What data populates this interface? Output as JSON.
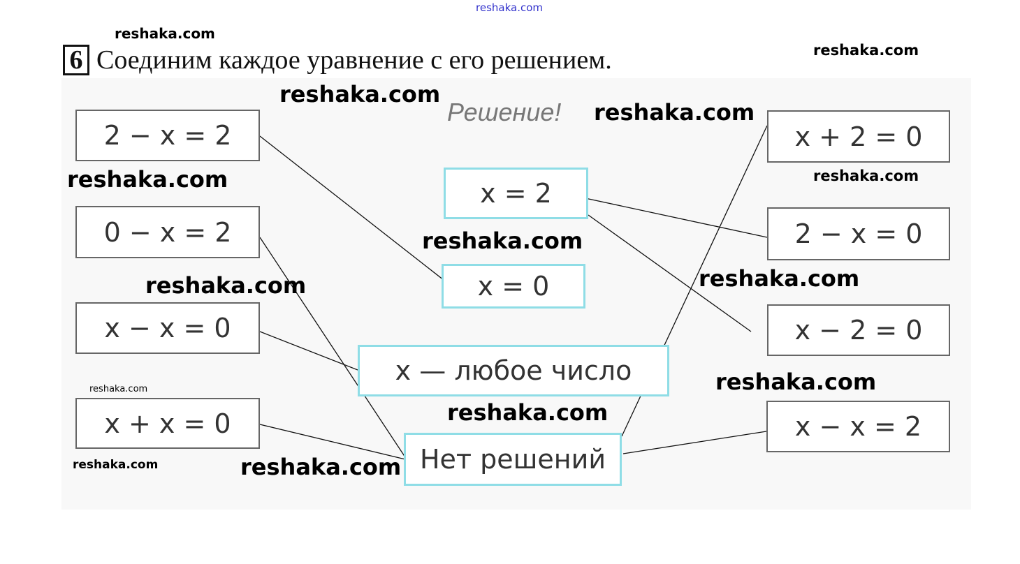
{
  "task_number": "6",
  "task_text": "Соединим каждое уравнение с его решением.",
  "solution_heading": "Решение!",
  "left_equations": [
    "2 − x = 2",
    "0 − x = 2",
    "x − x = 0",
    "x + x = 0"
  ],
  "center_solutions": [
    "x = 2",
    "x = 0",
    "x — любое число",
    "Нет решений"
  ],
  "right_equations": [
    "x + 2 = 0",
    "2 − x = 0",
    "x − 2 = 0",
    "x − x = 2"
  ],
  "watermark": "reshaka.com"
}
